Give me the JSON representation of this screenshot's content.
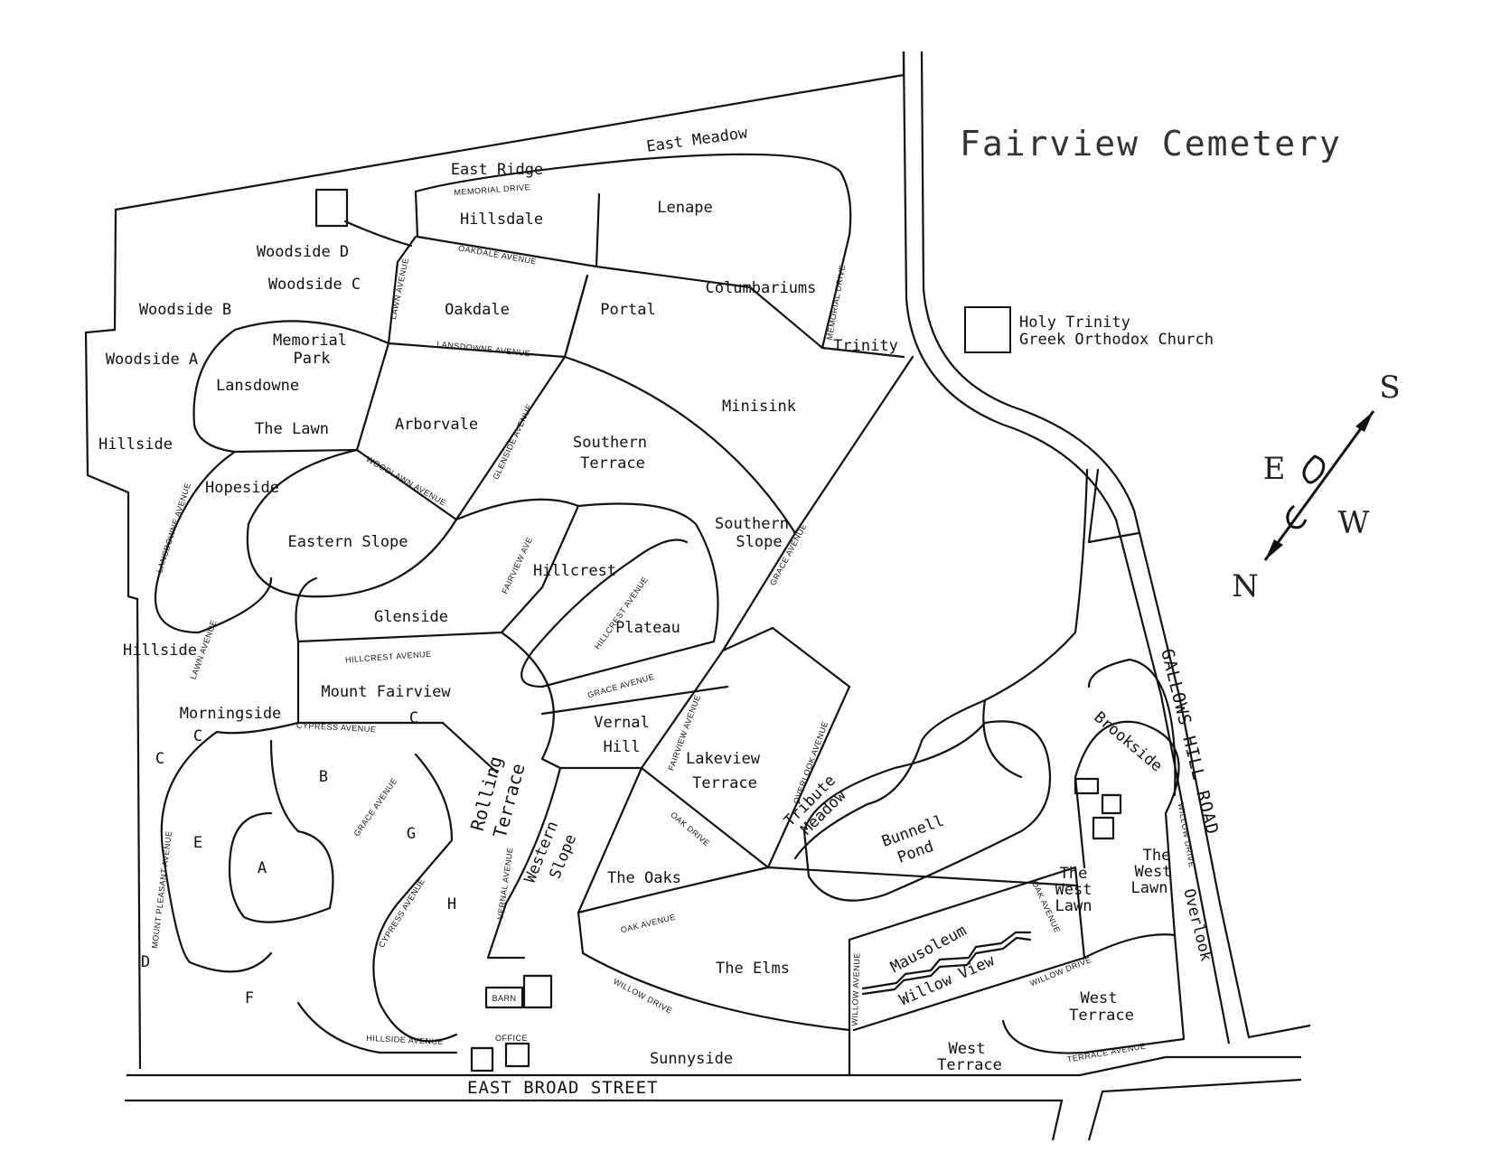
{
  "title": "Fairview Cemetery",
  "legend": {
    "line1": "Holy Trinity",
    "line2": "Greek Orthodox Church"
  },
  "compass": {
    "s": "S",
    "e": "E",
    "w": "W",
    "n": "N"
  },
  "streets": {
    "east_broad": "EAST BROAD STREET",
    "gallows_hill": "GALLOWS HILL ROAD"
  },
  "buildings": {
    "barn": "BARN",
    "office": "OFFICE"
  },
  "roads": {
    "memorial_drive_top": "MEMORIAL DRIVE",
    "memorial_drive_right": "MEMORIAL DRIVE",
    "oakdale": "OAKDALE AVENUE",
    "lansdowne_top": "LANSDOWNE AVENUE",
    "lawn_top": "LAWN AVENUE",
    "lansdowne_left": "LANSDOWNE AVENUE",
    "woodlawn": "WOODLAWN AVENUE",
    "glenside_ave": "GLENSIDE AVENUE",
    "fairview_ave_top": "FAIRVIEW AVE",
    "hillcrest_ave_inner": "HILLCREST AVENUE",
    "hillcrest_ave_lower": "HILLCREST AVENUE",
    "grace_top": "GRACE AVENUE",
    "grace_mid": "GRACE AVENUE",
    "grace_left": "GRACE AVENUE",
    "lawn_left": "LAWN AVENUE",
    "cypress_top": "CYPRESS AVENUE",
    "cypress_lower": "CYPRESS AVENUE",
    "mount_pleasant": "MOUNT PLEASANT AVENUE",
    "vernal": "VERNAL AVENUE",
    "fairview_ave_mid": "FAIRVIEW AVENUE",
    "overlook": "OVERLOOK AVENUE",
    "oak_drive_top": "OAK DRIVE",
    "oak_avenue": "OAK AVENUE",
    "oak_avenue_right": "OAK AVENUE",
    "willow_left": "WILLOW DRIVE",
    "willow_right": "WILLOW DRIVE",
    "willow_far": "WILLOW DRIVE",
    "willow_avenue": "WILLOW AVENUE",
    "hillside_ave": "HILLSIDE AVENUE",
    "terrace_ave": "TERRACE AVENUE"
  },
  "sections": {
    "east_ridge": "East Ridge",
    "east_meadow": "East Meadow",
    "hillsdale": "Hillsdale",
    "lenape": "Lenape",
    "woodside_d": "Woodside D",
    "woodside_c": "Woodside C",
    "woodside_b": "Woodside B",
    "woodside_a": "Woodside A",
    "oakdale": "Oakdale",
    "portal": "Portal",
    "columbariums": "Columbariums",
    "trinity": "Trinity",
    "memorial_park_1": "Memorial",
    "memorial_park_2": "Park",
    "lansdowne": "Lansdowne",
    "the_lawn": "The Lawn",
    "arborvale": "Arborvale",
    "southern_terrace_1": "Southern",
    "southern_terrace_2": "Terrace",
    "minisink": "Minisink",
    "hillside_top": "Hillside",
    "hopeside": "Hopeside",
    "eastern_slope": "Eastern Slope",
    "southern_slope_1": "Southern",
    "southern_slope_2": "Slope",
    "hillcrest": "Hillcrest",
    "plateau": "Plateau",
    "glenside": "Glenside",
    "hillside_bottom": "Hillside",
    "mount_fairview": "Mount Fairview",
    "morningside": "Morningside",
    "c1": "C",
    "c2": "C",
    "c3": "C",
    "vernal_hill_1": "Vernal",
    "vernal_hill_2": "Hill",
    "lakeview_terrace_1": "Lakeview",
    "lakeview_terrace_2": "Terrace",
    "tribute_meadow_1": "Tribute",
    "tribute_meadow_2": "Meadow",
    "rolling_terrace_1": "Rolling",
    "rolling_terrace_2": "Terrace",
    "brookside": "Brookside",
    "b": "B",
    "e": "E",
    "a": "A",
    "g": "G",
    "h": "H",
    "western_slope_1": "Western",
    "western_slope_2": "Slope",
    "the_oaks": "The Oaks",
    "bunnell_pond_1": "Bunnell",
    "bunnell_pond_2": "Pond",
    "west_lawn_1a": "The",
    "west_lawn_1b": "West",
    "west_lawn_1c": "Lawn",
    "west_lawn_2a": "The",
    "west_lawn_2b": "West",
    "west_lawn_2c": "Lawn",
    "overlook": "Overlook",
    "d": "D",
    "f": "F",
    "the_elms": "The Elms",
    "mausoleum": "Mausoleum",
    "willow_view": "Willow View",
    "west_terrace_1a": "West",
    "west_terrace_1b": "Terrace",
    "west_terrace_2a": "West",
    "west_terrace_2b": "Terrace",
    "sunnyside": "Sunnyside"
  }
}
